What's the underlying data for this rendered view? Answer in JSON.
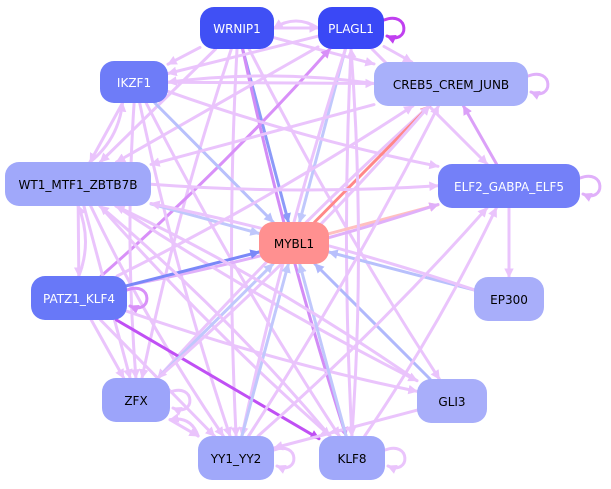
{
  "title": "MYBL1 regulatory network",
  "palette": {
    "node_strong": "#3c50f5",
    "node_mid": "#6e7cf8",
    "node_light": "#a4abfa",
    "node_focus": "#ff9090",
    "edge_light_purple": "#eac4fc",
    "edge_mid_purple": "#dda0f8",
    "edge_strong_purple": "#c040f0",
    "edge_blue": "#c0c8fc",
    "edge_mid_blue": "#8090f8",
    "edge_red": "#ff8888",
    "edge_light_red": "#ffc0c0"
  },
  "nodes": [
    {
      "id": "WRNIP1",
      "label": "WRNIP1",
      "color": "#4050f5",
      "text_color": "#ffffff"
    },
    {
      "id": "PLAGL1",
      "label": "PLAGL1",
      "color": "#3a48f6",
      "text_color": "#ffffff"
    },
    {
      "id": "IKZF1",
      "label": "IKZF1",
      "color": "#6e7cf8",
      "text_color": "#ffffff"
    },
    {
      "id": "CREB5_CREM_JUNB",
      "label": "CREB5_CREM_JUNB",
      "color": "#a8b0fa",
      "text_color": "#000000"
    },
    {
      "id": "WT1_MTF1_ZBTB7B",
      "label": "WT1_MTF1_ZBTB7B",
      "color": "#a0a8fa",
      "text_color": "#000000"
    },
    {
      "id": "ELF2_GABPA_ELF5",
      "label": "ELF2_GABPA_ELF5",
      "color": "#7480f8",
      "text_color": "#ffffff"
    },
    {
      "id": "MYBL1",
      "label": "MYBL1",
      "color": "#ff9090",
      "text_color": "#000000"
    },
    {
      "id": "PATZ1_KLF4",
      "label": "PATZ1_KLF4",
      "color": "#6878f8",
      "text_color": "#ffffff"
    },
    {
      "id": "EP300",
      "label": "EP300",
      "color": "#a8aefa",
      "text_color": "#000000"
    },
    {
      "id": "ZFX",
      "label": "ZFX",
      "color": "#9ca4fa",
      "text_color": "#000000"
    },
    {
      "id": "GLI3",
      "label": "GLI3",
      "color": "#a8aefa",
      "text_color": "#000000"
    },
    {
      "id": "YY1_YY2",
      "label": "YY1_YY2",
      "color": "#a0a8fa",
      "text_color": "#000000"
    },
    {
      "id": "KLF8",
      "label": "KLF8",
      "color": "#a0a8fa",
      "text_color": "#000000"
    }
  ],
  "edges": [
    {
      "source": "WRNIP1",
      "target": "PLAGL1",
      "color": "#eac4fc"
    },
    {
      "source": "PLAGL1",
      "target": "WRNIP1",
      "color": "#eac4fc"
    },
    {
      "source": "WRNIP1",
      "target": "MYBL1",
      "color": "#8c9af8"
    },
    {
      "source": "WRNIP1",
      "target": "KLF8",
      "color": "#d28cf6"
    },
    {
      "source": "WRNIP1",
      "target": "IKZF1",
      "color": "#eac4fc"
    },
    {
      "source": "WRNIP1",
      "target": "CREB5_CREM_JUNB",
      "color": "#eac4fc"
    },
    {
      "source": "WRNIP1",
      "target": "YY1_YY2",
      "color": "#eac4fc"
    },
    {
      "source": "WRNIP1",
      "target": "ZFX",
      "color": "#eac4fc"
    },
    {
      "source": "WRNIP1",
      "target": "GLI3",
      "color": "#eac4fc"
    },
    {
      "source": "WRNIP1",
      "target": "WT1_MTF1_ZBTB7B",
      "color": "#eac4fc"
    },
    {
      "source": "PLAGL1",
      "target": "PLAGL1",
      "color": "#c040f0"
    },
    {
      "source": "PLAGL1",
      "target": "MYBL1",
      "color": "#c0c8fc"
    },
    {
      "source": "PLAGL1",
      "target": "CREB5_CREM_JUNB",
      "color": "#eac4fc"
    },
    {
      "source": "PLAGL1",
      "target": "ELF2_GABPA_ELF5",
      "color": "#eac4fc"
    },
    {
      "source": "PLAGL1",
      "target": "YY1_YY2",
      "color": "#eac4fc"
    },
    {
      "source": "PLAGL1",
      "target": "KLF8",
      "color": "#eac4fc"
    },
    {
      "source": "PLAGL1",
      "target": "WT1_MTF1_ZBTB7B",
      "color": "#eac4fc"
    },
    {
      "source": "PLAGL1",
      "target": "IKZF1",
      "color": "#eac4fc"
    },
    {
      "source": "PATZ1_KLF4",
      "target": "PLAGL1",
      "color": "#d890f8"
    },
    {
      "source": "IKZF1",
      "target": "MYBL1",
      "color": "#b8c0fc"
    },
    {
      "source": "IKZF1",
      "target": "WT1_MTF1_ZBTB7B",
      "color": "#eac4fc"
    },
    {
      "source": "IKZF1",
      "target": "CREB5_CREM_JUNB",
      "color": "#eac4fc"
    },
    {
      "source": "IKZF1",
      "target": "ELF2_GABPA_ELF5",
      "color": "#eac4fc"
    },
    {
      "source": "IKZF1",
      "target": "YY1_YY2",
      "color": "#eac4fc"
    },
    {
      "source": "IKZF1",
      "target": "KLF8",
      "color": "#eac4fc"
    },
    {
      "source": "IKZF1",
      "target": "ZFX",
      "color": "#eac4fc"
    },
    {
      "source": "WT1_MTF1_ZBTB7B",
      "target": "IKZF1",
      "color": "#eac4fc"
    },
    {
      "source": "CREB5_CREM_JUNB",
      "target": "CREB5_CREM_JUNB",
      "color": "#e0b0fa"
    },
    {
      "source": "CREB5_CREM_JUNB",
      "target": "WT1_MTF1_ZBTB7B",
      "color": "#eac4fc"
    },
    {
      "source": "CREB5_CREM_JUNB",
      "target": "ZFX",
      "color": "#eac4fc"
    },
    {
      "source": "CREB5_CREM_JUNB",
      "target": "IKZF1",
      "color": "#eac4fc"
    },
    {
      "source": "MYBL1",
      "target": "CREB5_CREM_JUNB",
      "color": "#ff8888"
    },
    {
      "source": "MYBL1",
      "target": "ELF2_GABPA_ELF5",
      "color": "#ffc0c0"
    },
    {
      "source": "ELF2_GABPA_ELF5",
      "target": "ELF2_GABPA_ELF5",
      "color": "#e0b0fa"
    },
    {
      "source": "ELF2_GABPA_ELF5",
      "target": "CREB5_CREM_JUNB",
      "color": "#dba0f8"
    },
    {
      "source": "ELF2_GABPA_ELF5",
      "target": "EP300",
      "color": "#eac4fc"
    },
    {
      "source": "PATZ1_KLF4",
      "target": "ELF2_GABPA_ELF5",
      "color": "#e0b0fa"
    },
    {
      "source": "WT1_MTF1_ZBTB7B",
      "target": "ELF2_GABPA_ELF5",
      "color": "#eac4fc"
    },
    {
      "source": "WT1_MTF1_ZBTB7B",
      "target": "PATZ1_KLF4",
      "color": "#eac4fc"
    },
    {
      "source": "PATZ1_KLF4",
      "target": "WT1_MTF1_ZBTB7B",
      "color": "#eac4fc"
    },
    {
      "source": "WT1_MTF1_ZBTB7B",
      "target": "MYBL1",
      "color": "#c0c8fc"
    },
    {
      "source": "WT1_MTF1_ZBTB7B",
      "target": "GLI3",
      "color": "#eac4fc"
    },
    {
      "source": "WT1_MTF1_ZBTB7B",
      "target": "KLF8",
      "color": "#eac4fc"
    },
    {
      "source": "WT1_MTF1_ZBTB7B",
      "target": "YY1_YY2",
      "color": "#eac4fc"
    },
    {
      "source": "WT1_MTF1_ZBTB7B",
      "target": "ZFX",
      "color": "#eac4fc"
    },
    {
      "source": "PATZ1_KLF4",
      "target": "PATZ1_KLF4",
      "color": "#d890f8"
    },
    {
      "source": "PATZ1_KLF4",
      "target": "MYBL1",
      "color": "#7a88f8"
    },
    {
      "source": "PATZ1_KLF4",
      "target": "KLF8",
      "color": "#c050f4"
    },
    {
      "source": "PATZ1_KLF4",
      "target": "GLI3",
      "color": "#eac4fc"
    },
    {
      "source": "PATZ1_KLF4",
      "target": "YY1_YY2",
      "color": "#eac4fc"
    },
    {
      "source": "PATZ1_KLF4",
      "target": "ZFX",
      "color": "#eac4fc"
    },
    {
      "source": "PATZ1_KLF4",
      "target": "CREB5_CREM_JUNB",
      "color": "#eac4fc"
    },
    {
      "source": "EP300",
      "target": "MYBL1",
      "color": "#b8c0fc"
    },
    {
      "source": "EP300",
      "target": "WT1_MTF1_ZBTB7B",
      "color": "#eac4fc"
    },
    {
      "source": "ZFX",
      "target": "MYBL1",
      "color": "#c0c8fc"
    },
    {
      "source": "ZFX",
      "target": "ZFX",
      "color": "#eac4fc"
    },
    {
      "source": "ZFX",
      "target": "YY1_YY2",
      "color": "#eac4fc"
    },
    {
      "source": "YY1_YY2",
      "target": "ZFX",
      "color": "#eac4fc"
    },
    {
      "source": "ZFX",
      "target": "CREB5_CREM_JUNB",
      "color": "#eac4fc"
    },
    {
      "source": "GLI3",
      "target": "MYBL1",
      "color": "#b0b8fc"
    },
    {
      "source": "GLI3",
      "target": "YY1_YY2",
      "color": "#eac4fc"
    },
    {
      "source": "YY1_YY2",
      "target": "YY1_YY2",
      "color": "#eac4fc"
    },
    {
      "source": "YY1_YY2",
      "target": "MYBL1",
      "color": "#c0c8fc"
    },
    {
      "source": "YY1_YY2",
      "target": "CREB5_CREM_JUNB",
      "color": "#eac4fc"
    },
    {
      "source": "YY1_YY2",
      "target": "ELF2_GABPA_ELF5",
      "color": "#eac4fc"
    },
    {
      "source": "KLF8",
      "target": "KLF8",
      "color": "#eac4fc"
    },
    {
      "source": "KLF8",
      "target": "MYBL1",
      "color": "#c0c8fc"
    },
    {
      "source": "KLF8",
      "target": "WT1_MTF1_ZBTB7B",
      "color": "#eac4fc"
    },
    {
      "source": "KLF8",
      "target": "ELF2_GABPA_ELF5",
      "color": "#eac4fc"
    },
    {
      "source": "KLF8",
      "target": "PLAGL1",
      "color": "#eac4fc"
    },
    {
      "source": "GLI3",
      "target": "WT1_MTF1_ZBTB7B",
      "color": "#eac4fc"
    }
  ]
}
